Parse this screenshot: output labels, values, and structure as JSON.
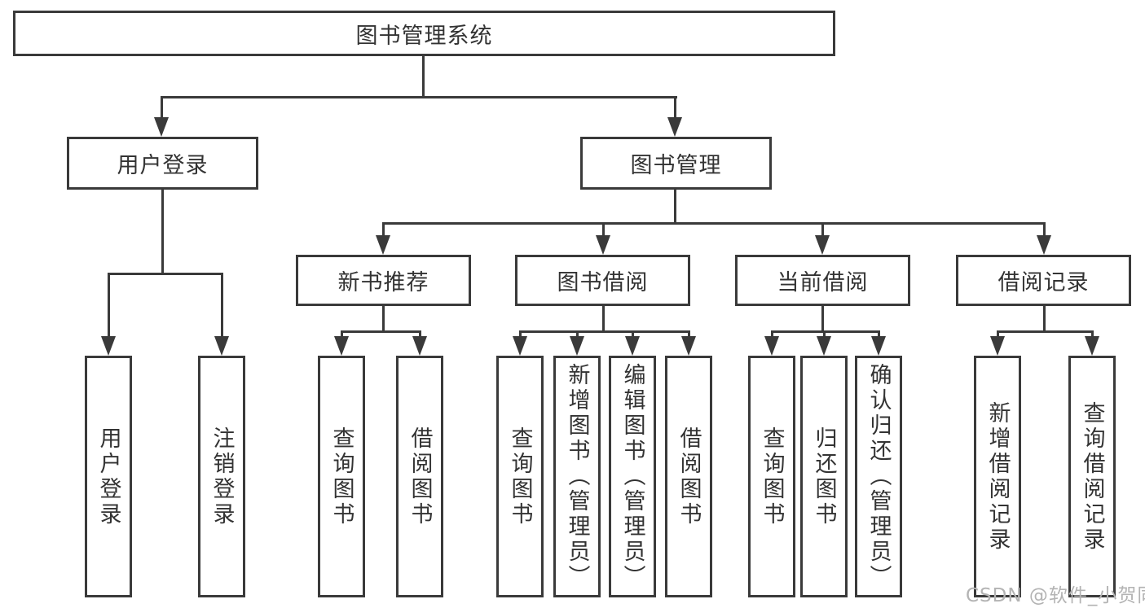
{
  "diagram": {
    "nodes": {
      "root": "图书管理系统",
      "user_login": "用户登录",
      "book_mgmt": "图书管理",
      "new_book_rec": "新书推荐",
      "book_borrow": "图书借阅",
      "current_borrow": "当前借阅",
      "borrow_records": "借阅记录",
      "leaf_user_login": "用户登录",
      "leaf_logout": "注销登录",
      "leaf_query_book_rec": "查询图书",
      "leaf_borrow_book_rec": "借阅图书",
      "leaf_query_book_borrow": "查询图书",
      "leaf_add_book_admin": "新增图书（管理员）",
      "leaf_edit_book_admin": "编辑图书（管理员）",
      "leaf_borrow_book_borrow": "借阅图书",
      "leaf_query_book_current": "查询图书",
      "leaf_return_book": "归还图书",
      "leaf_confirm_return_admin": "确认归还（管理员）",
      "leaf_add_borrow_record": "新增借阅记录",
      "leaf_query_borrow_record": "查询借阅记录"
    }
  },
  "watermark": "CSDN @软件_小贺同学",
  "colors": {
    "line": "#3a3a3a",
    "text": "#333333",
    "watermark": "#b3b3b3",
    "background": "#ffffff"
  }
}
